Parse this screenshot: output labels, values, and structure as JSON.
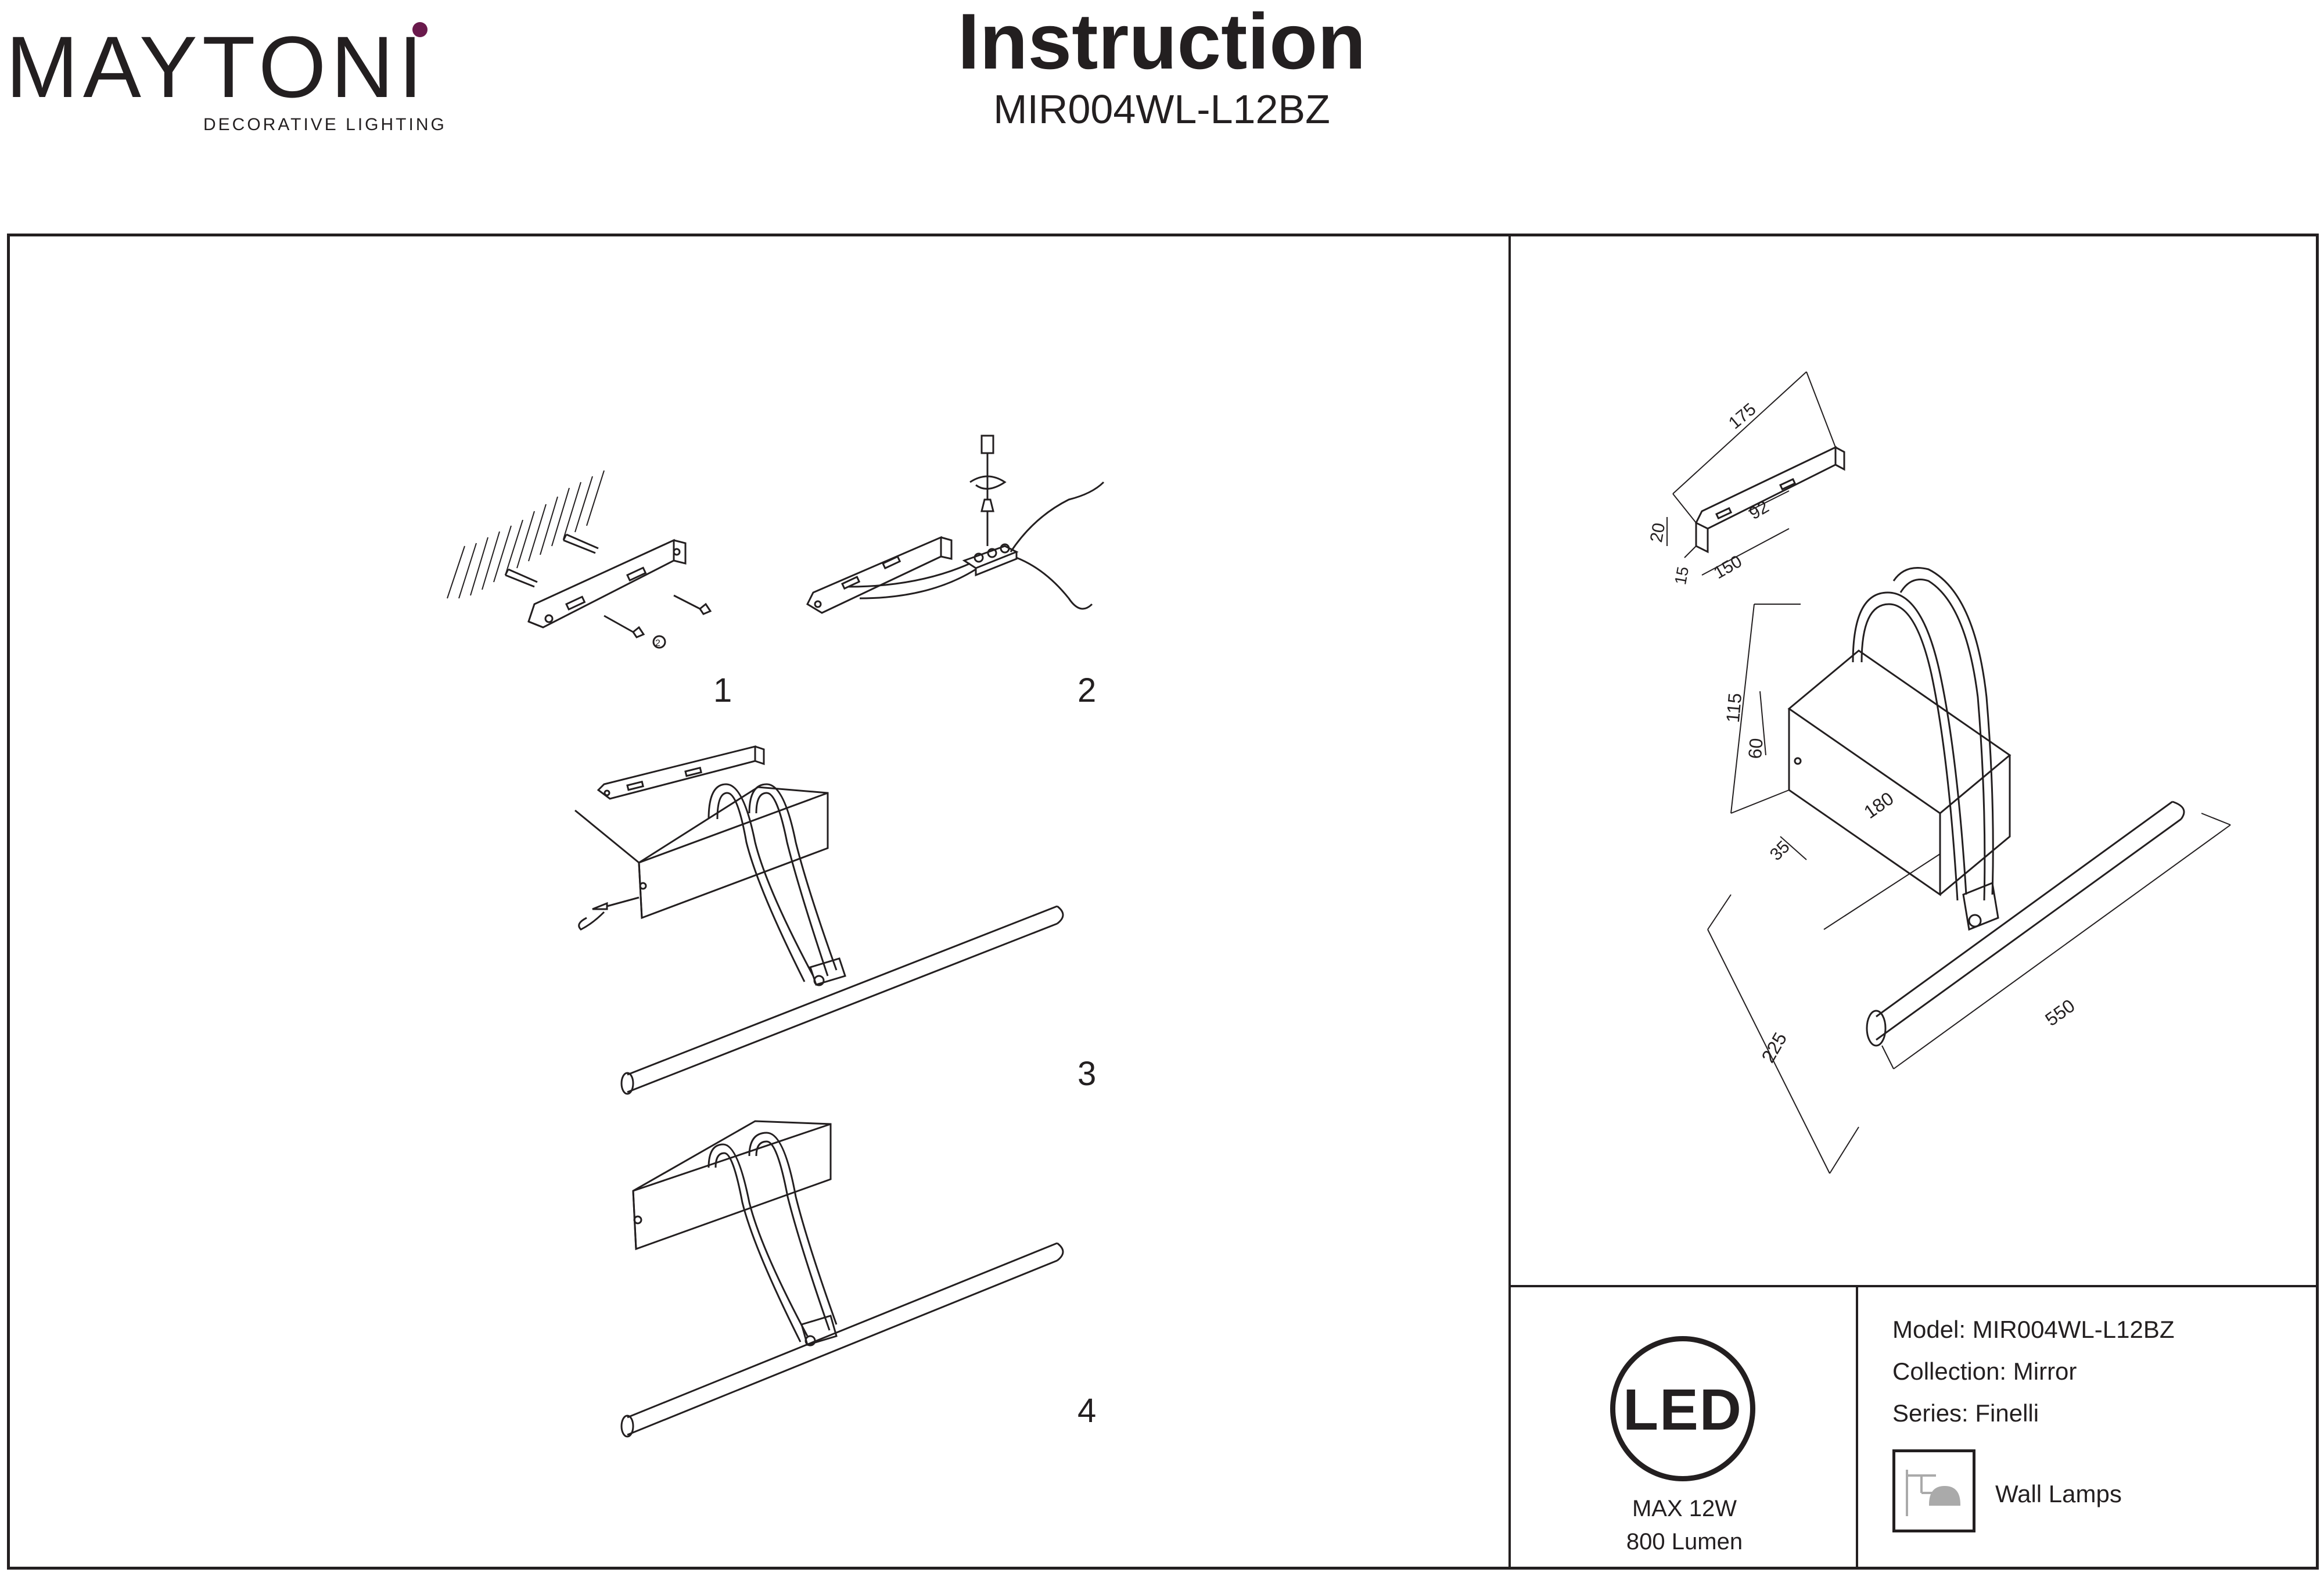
{
  "header": {
    "brand": "MAYTONI",
    "tagline": "DECORATIVE LIGHTING",
    "title": "Instruction",
    "model": "MIR004WL-L12BZ"
  },
  "steps": [
    "1",
    "2",
    "3",
    "4"
  ],
  "dimensions": {
    "bracket_length": "175",
    "bracket_height": "20",
    "bracket_holes": "92",
    "bracket_depth": "150",
    "bracket_thickness": "15",
    "body_height": "115",
    "body_face": "60",
    "body_length": "180",
    "body_depth": "35",
    "arm_reach": "225",
    "bar_length": "550"
  },
  "info": {
    "led": "LED",
    "max_power": "MAX 12W",
    "lumen": "800 Lumen",
    "model_line": "Model: MIR004WL-L12BZ",
    "collection_line": "Collection: Mirror",
    "series_line": "Series: Finelli",
    "type_label": "Wall Lamps",
    "type_icon": "wall-lamp-icon"
  },
  "colors": {
    "ink": "#231f20",
    "brand_dot": "#6a1a4c"
  }
}
